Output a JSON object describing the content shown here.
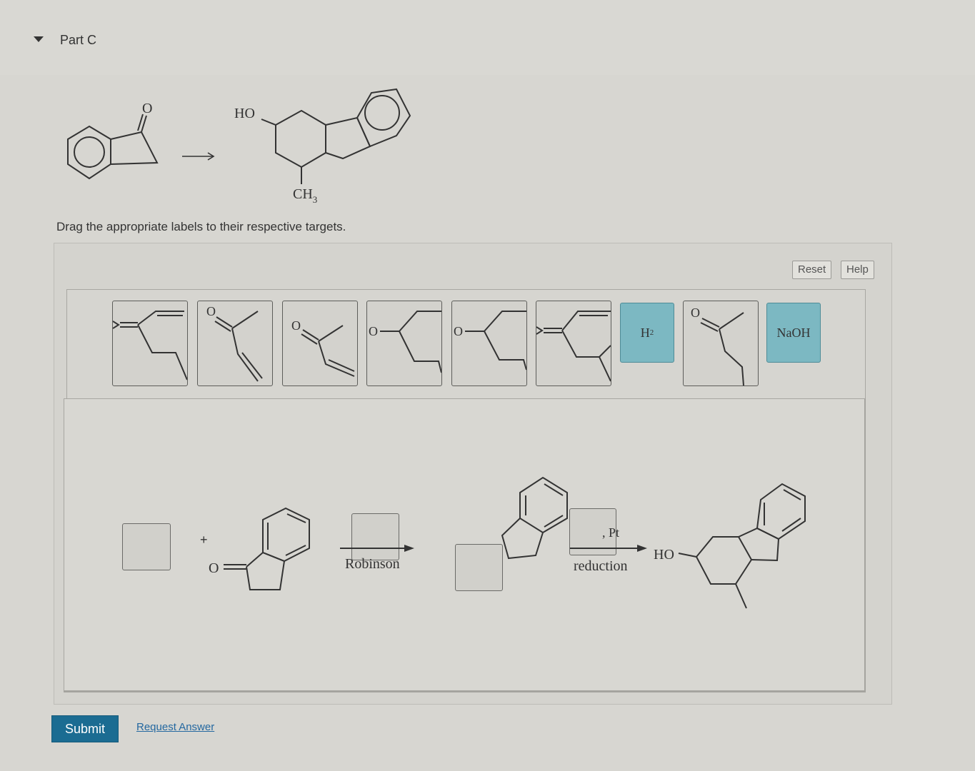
{
  "part": {
    "title": "Part C"
  },
  "problem": {
    "label_o": "O",
    "label_ho": "HO",
    "label_ch3": "CH",
    "label_ch3_sub": "3"
  },
  "instruction": "Drag the appropriate labels to their respective targets.",
  "toolbar": {
    "reset": "Reset",
    "help": "Help"
  },
  "palette": {
    "reagent_h2": "H",
    "reagent_h2_sub": "2",
    "reagent_naoh": "NaOH",
    "label_o": "O"
  },
  "scheme": {
    "plus": "+",
    "label_o": "O",
    "arrow1_label": "Robinson",
    "arrow2_above": ", Pt",
    "arrow2_below": "reduction",
    "label_ho": "HO"
  },
  "footer": {
    "submit": "Submit",
    "request_answer": "Request Answer"
  }
}
